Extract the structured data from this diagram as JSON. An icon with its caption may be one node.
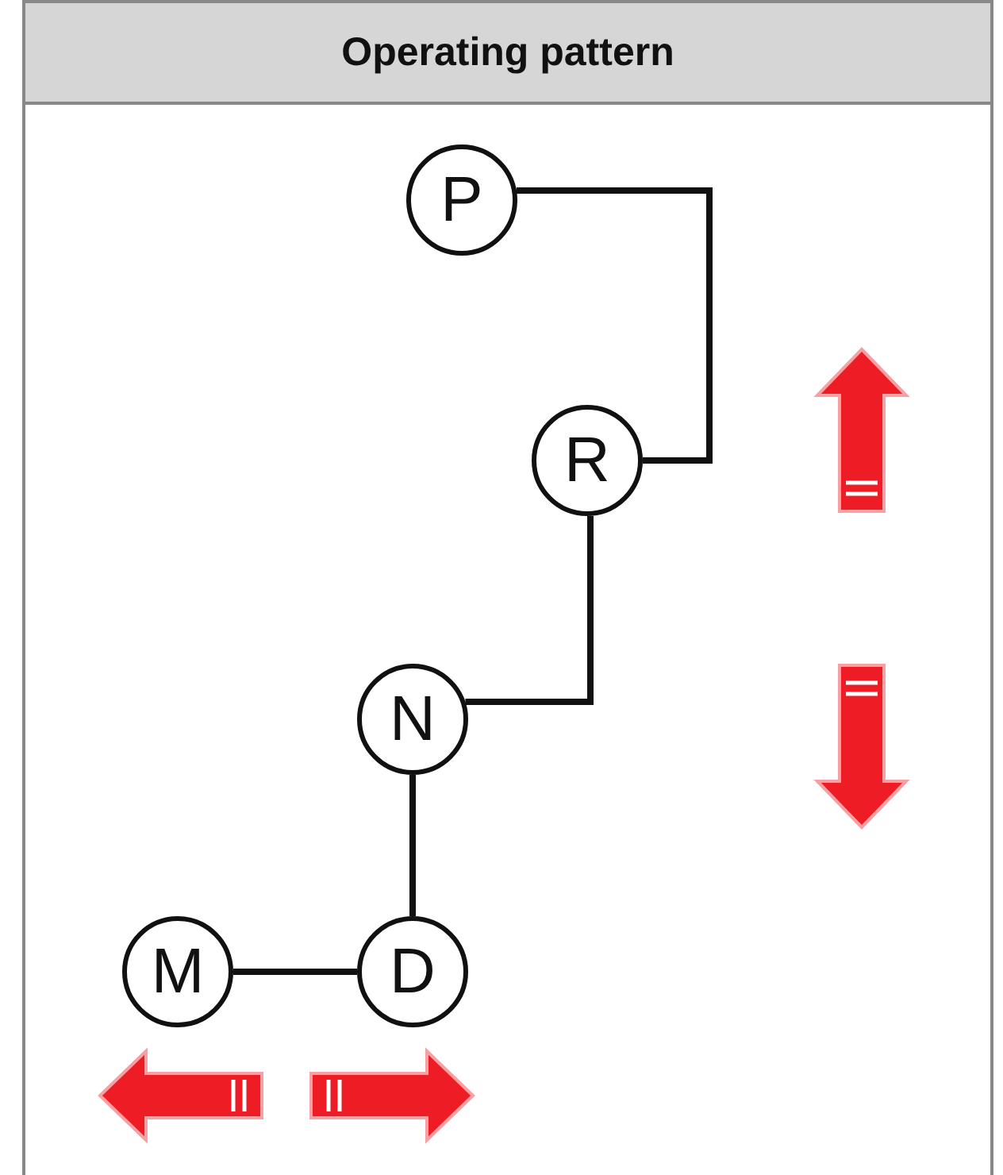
{
  "diagram": {
    "title": "Operating pattern",
    "nodes": [
      {
        "text": [
          "P"
        ]
      },
      {
        "text": [
          "R"
        ]
      },
      {
        "text": [
          "N"
        ]
      },
      {
        "text": [
          "M"
        ]
      },
      {
        "text": [
          "D"
        ]
      }
    ],
    "edges": [
      {
        "from": 0,
        "to": 1,
        "arrow": "none"
      },
      {
        "from": 1,
        "to": 2,
        "arrow": "none"
      },
      {
        "from": 2,
        "to": 4,
        "arrow": "none"
      },
      {
        "from": 4,
        "to": 3,
        "arrow": "none"
      }
    ]
  }
}
